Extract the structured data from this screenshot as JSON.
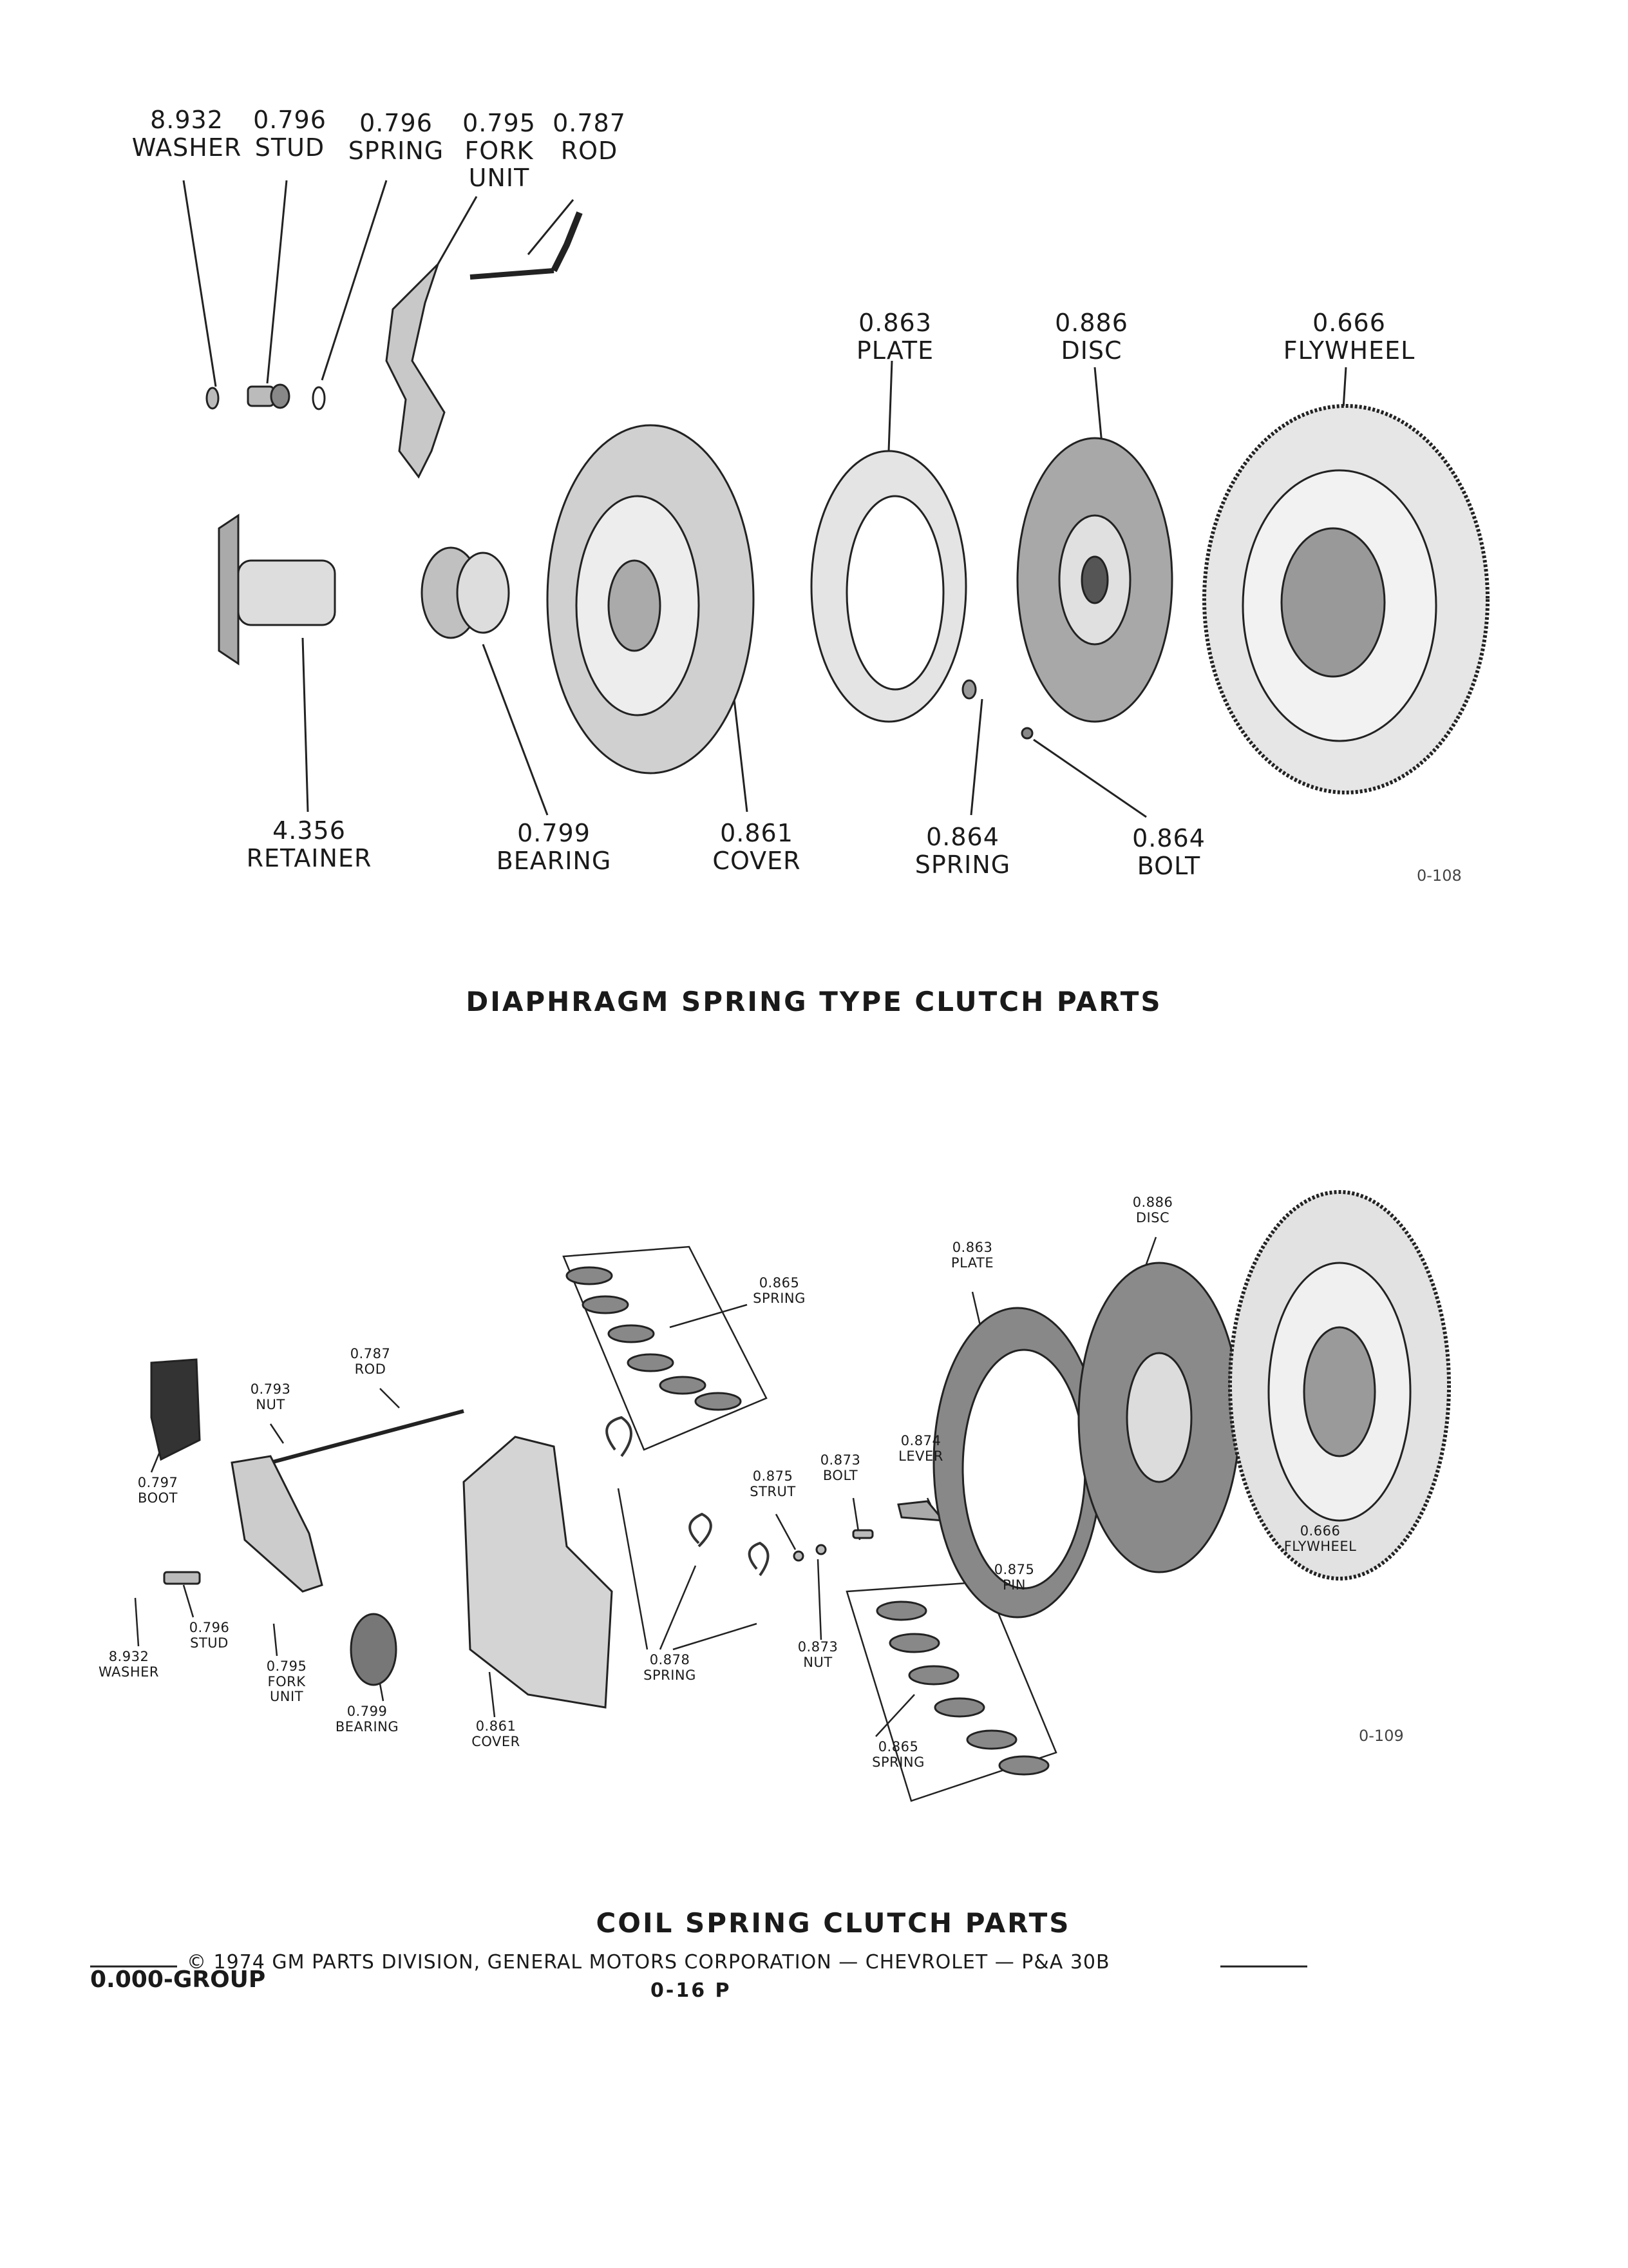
{
  "figure1": {
    "id": "0-108",
    "caption": "DIAPHRAGM SPRING TYPE CLUTCH PARTS",
    "callouts": {
      "washer": [
        "8.932",
        "WASHER"
      ],
      "stud": [
        "0.796",
        "STUD"
      ],
      "spring": [
        "0.796",
        "SPRING"
      ],
      "fork": [
        "0.795",
        "FORK",
        "UNIT"
      ],
      "rod": [
        "0.787",
        "ROD"
      ],
      "plate": [
        "0.863",
        "PLATE"
      ],
      "disc": [
        "0.886",
        "DISC"
      ],
      "flywheel": [
        "0.666",
        "FLYWHEEL"
      ],
      "retainer": [
        "4.356",
        "RETAINER"
      ],
      "bearing": [
        "0.799",
        "BEARING"
      ],
      "cover": [
        "0.861",
        "COVER"
      ],
      "spring2": [
        "0.864",
        "SPRING"
      ],
      "bolt": [
        "0.864",
        "BOLT"
      ]
    }
  },
  "figure2": {
    "id": "0-109",
    "caption": "COIL SPRING CLUTCH PARTS",
    "callouts": {
      "disc": [
        "0.886",
        "DISC"
      ],
      "plate": [
        "0.863",
        "PLATE"
      ],
      "spring_top": [
        "0.865",
        "SPRING"
      ],
      "rod": [
        "0.787",
        "ROD"
      ],
      "nut": [
        "0.793",
        "NUT"
      ],
      "boot": [
        "0.797",
        "BOOT"
      ],
      "strut": [
        "0.875",
        "STRUT"
      ],
      "bolt": [
        "0.873",
        "BOLT"
      ],
      "lever": [
        "0.874",
        "LEVER"
      ],
      "pin": [
        "0.875",
        "PIN"
      ],
      "flywheel": [
        "0.666",
        "FLYWHEEL"
      ],
      "stud": [
        "0.796",
        "STUD"
      ],
      "washer": [
        "8.932",
        "WASHER"
      ],
      "fork": [
        "0.795",
        "FORK",
        "UNIT"
      ],
      "bearing": [
        "0.799",
        "BEARING"
      ],
      "cover": [
        "0.861",
        "COVER"
      ],
      "spring_mid": [
        "0.878",
        "SPRING"
      ],
      "nut2": [
        "0.873",
        "NUT"
      ],
      "spring_bottom": [
        "0.865",
        "SPRING"
      ]
    }
  },
  "footer": {
    "copyright": "© 1974 GM PARTS DIVISION, GENERAL MOTORS CORPORATION — CHEVROLET — P&A 30B",
    "group": "0.000-GROUP",
    "page": "0-16 P"
  }
}
